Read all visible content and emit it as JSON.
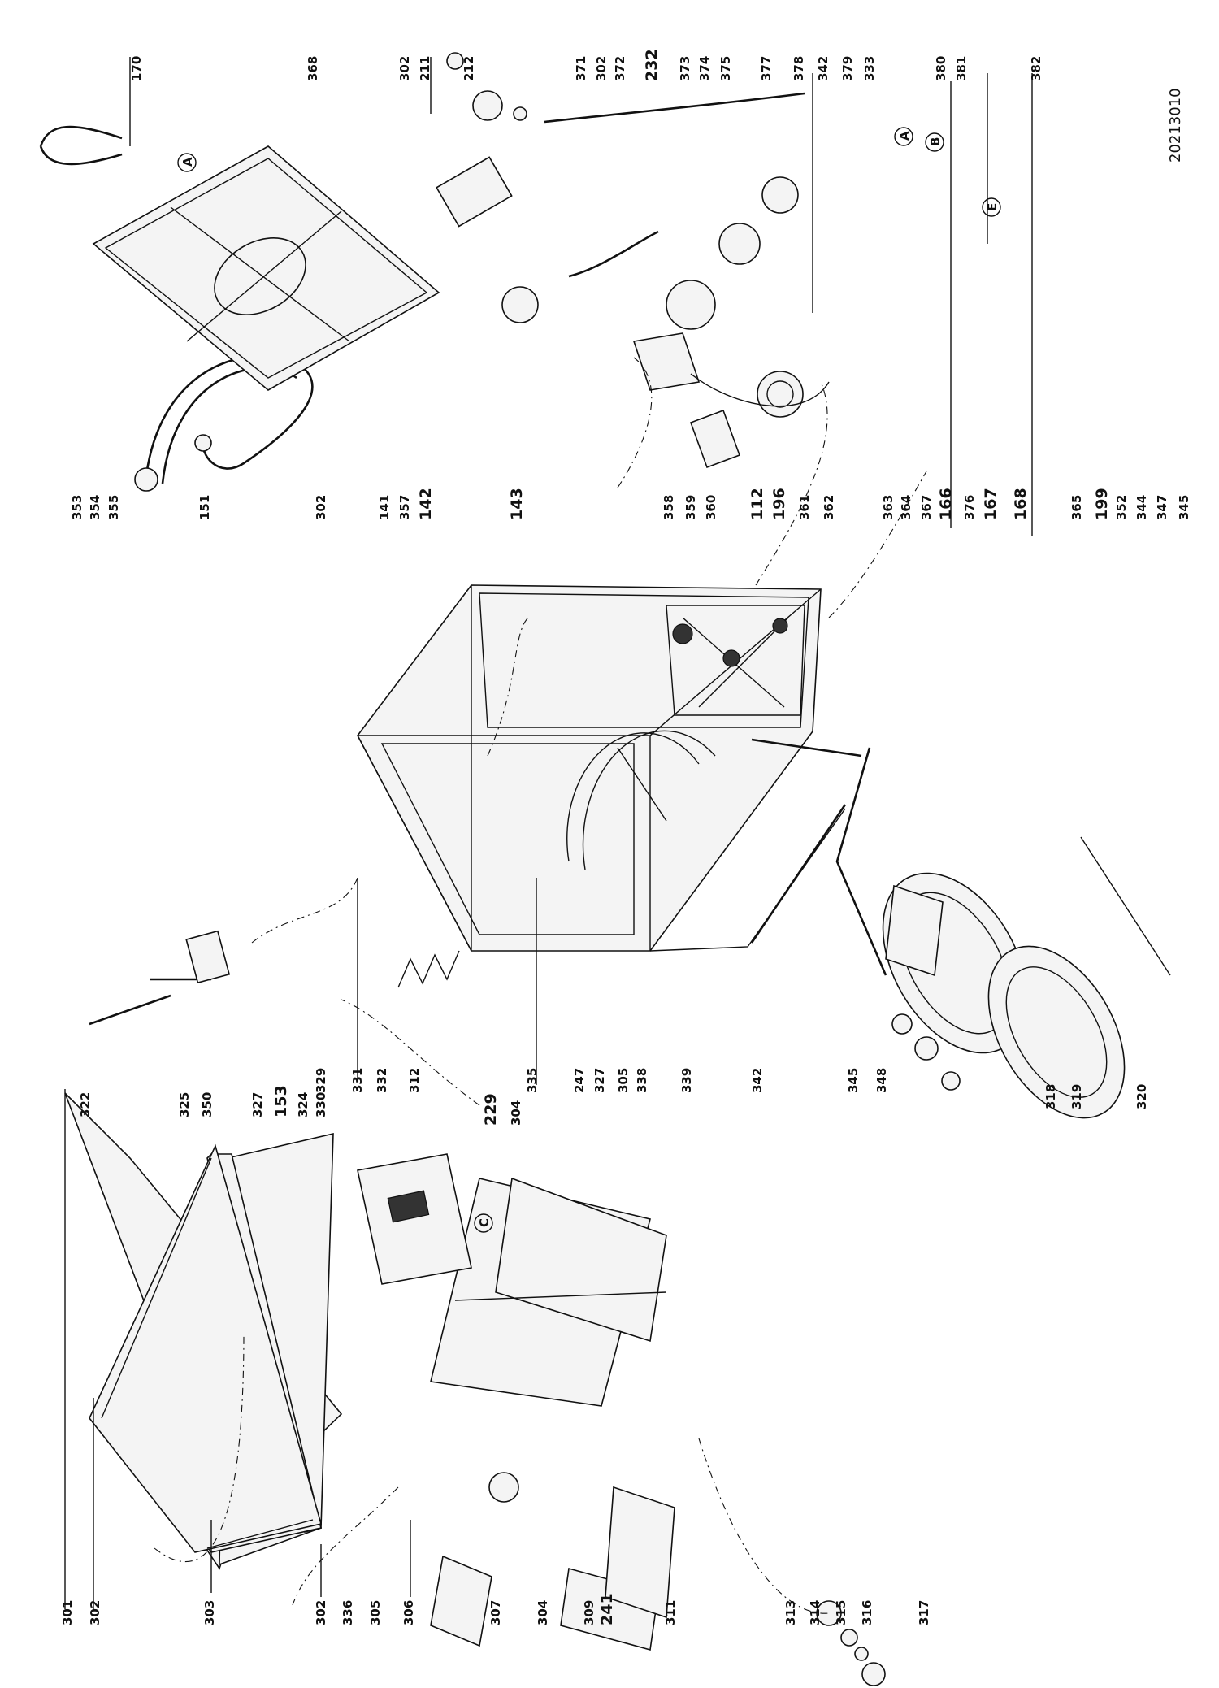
{
  "document_code": "20213010",
  "callouts": {
    "left_column": [
      "301",
      "302",
      "303",
      "302",
      "336",
      "305",
      "306",
      "307",
      "304",
      "309",
      "241",
      "311",
      "313",
      "314",
      "315",
      "316",
      "317"
    ],
    "mid_column": [
      "322",
      "325",
      "350",
      "327",
      "153",
      "324",
      "330",
      "329",
      "331",
      "332",
      "312",
      "229",
      "304",
      "335",
      "247",
      "327",
      "305",
      "338",
      "339",
      "342",
      "345",
      "348",
      "318",
      "319",
      "320"
    ],
    "top_row": [
      "170",
      "368",
      "302",
      "211",
      "212",
      "371",
      "302",
      "372",
      "232",
      "373",
      "374",
      "375",
      "377",
      "378",
      "342",
      "379",
      "333",
      "380",
      "381",
      "382"
    ],
    "center_row": [
      "353",
      "354",
      "355",
      "151",
      "302",
      "141",
      "357",
      "142",
      "143",
      "358",
      "359",
      "360",
      "112",
      "196",
      "361",
      "362",
      "363",
      "364",
      "367",
      "166",
      "376",
      "167",
      "168",
      "365",
      "199",
      "352",
      "344",
      "347",
      "345"
    ]
  },
  "connectors": [
    "A",
    "B",
    "E",
    "C"
  ]
}
